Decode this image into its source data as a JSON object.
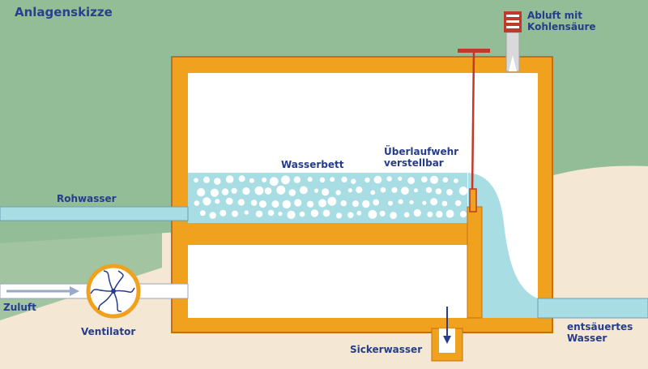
{
  "title": "Anlagenskizze",
  "labels": {
    "abluft_line1": "Abluft mit",
    "abluft_line2": "Kohlensäure",
    "wasserbett": "Wasserbett",
    "ueberlauf_line1": "Überlaufwehr",
    "ueberlauf_line2": "verstellbar",
    "rohwasser": "Rohwasser",
    "zuluft": "Zuluft",
    "ventilator": "Ventilator",
    "sickerwasser": "Sickerwasser",
    "entsaeuert_line1": "entsäuertes",
    "entsaeuert_line2": "Wasser"
  },
  "colors": {
    "background_green": "#93bd96",
    "background_sand": "#f4e8d4",
    "frame_orange": "#f0a21e",
    "frame_outline": "#c86e12",
    "water": "#a9dde4",
    "bubbles": "#ffffff",
    "pipe_red": "#c0392b",
    "text_blue": "#263c8c"
  },
  "icons": [
    "fan-icon",
    "exhaust-vent-icon",
    "valve-handle-icon",
    "down-arrow-icon",
    "air-arrow-icon"
  ]
}
